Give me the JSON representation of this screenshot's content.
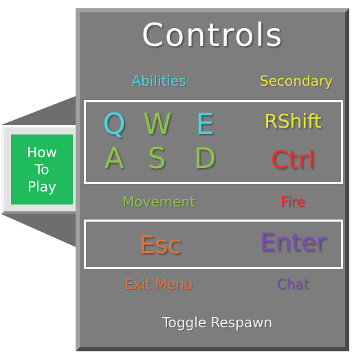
{
  "title": "Controls",
  "how_to_play": {
    "lines": [
      "How",
      "To",
      "Play"
    ]
  },
  "labels": {
    "abilities": "Abilities",
    "secondary": "Secondary",
    "movement": "Movement",
    "fire": "Fire",
    "exit_menu": "Exit Menu",
    "chat": "Chat",
    "toggle_respawn": "Toggle Respawn"
  },
  "keys": {
    "ability_keys": [
      "Q",
      "W",
      "E"
    ],
    "movement_keys": [
      "A",
      "S",
      "D"
    ],
    "secondary_key": "RShift",
    "fire_key": "Ctrl",
    "exit_key": "Esc",
    "chat_key": "Enter"
  },
  "colors": {
    "panel": "#7d7d7d",
    "abilities": "#46d6e0",
    "secondary": "#e6e63a",
    "movement": "#8bc34a",
    "fire": "#f02a2a",
    "exit": "#e2733a",
    "chat": "#7a4fb0",
    "howto_button": "#1fbb5d"
  }
}
